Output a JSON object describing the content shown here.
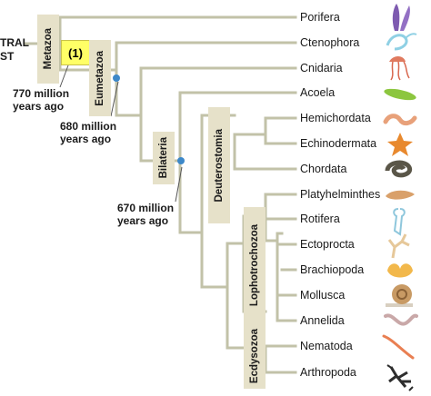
{
  "ancestor_label": {
    "line1": "TRAL",
    "line2": "ST"
  },
  "character_marker": "(1)",
  "clades": {
    "metazoa": "Metazoa",
    "eumetazoa": "Eumetazoa",
    "bilateria": "Bilateria",
    "deuterostomia": "Deuterostomia",
    "lophotrochozoa": "Lophotrochozoa",
    "ecdysozoa": "Ecdysozoa"
  },
  "dates": {
    "metazoa": {
      "line1": "770 million",
      "line2": "years ago"
    },
    "eumetazoa": {
      "line1": "680 million",
      "line2": "years ago"
    },
    "bilateria": {
      "line1": "670 million",
      "line2": "years ago"
    }
  },
  "taxa": [
    "Porifera",
    "Ctenophora",
    "Cnidaria",
    "Acoela",
    "Hemichordata",
    "Echinodermata",
    "Chordata",
    "Platyhelminthes",
    "Rotifera",
    "Ectoprocta",
    "Brachiopoda",
    "Mollusca",
    "Annelida",
    "Nematoda",
    "Arthropoda"
  ],
  "colors": {
    "branch": "#c2c2a8",
    "clade_box": "#e6e1c9",
    "highlight": "#ffff66",
    "node": "#3d88c9"
  },
  "organism_icons": [
    "sponge-icon",
    "comb-jelly-icon",
    "jellyfish-icon",
    "flatworm-acoel-icon",
    "acorn-worm-icon",
    "sea-star-icon",
    "snake-icon",
    "flatworm-icon",
    "rotifer-icon",
    "bryozoan-icon",
    "brachiopod-icon",
    "snail-icon",
    "earthworm-icon",
    "roundworm-icon",
    "lobster-icon"
  ]
}
